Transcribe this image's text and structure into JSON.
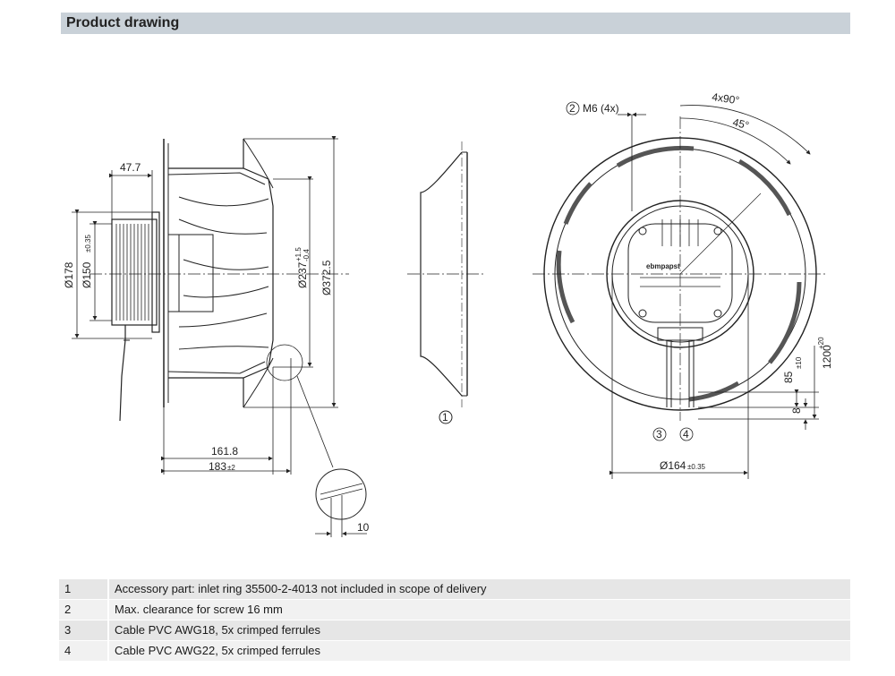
{
  "header": {
    "title": "Product drawing"
  },
  "drawing": {
    "dims": {
      "d477": "47.7",
      "d178": "Ø178",
      "d150": "Ø150",
      "d150_tol": "±0.35",
      "d237": "Ø237",
      "d237_tol_upper": "+1.5",
      "d237_tol_lower": "-0.4",
      "d3725": "Ø372.5",
      "d1618": "161.8",
      "d183": "183",
      "d183_tol": "±2",
      "d10": "10",
      "m6": "M6 (4x)",
      "ang4x90": "4x90°",
      "ang45": "45°",
      "d164": "Ø164",
      "d164_tol": "±0.35",
      "d85": "85",
      "d85_tol": "±10",
      "d1200": "1200",
      "d1200_tol": "+20",
      "d8": "8",
      "callout1": "1",
      "callout2": "2",
      "callout3": "3",
      "callout4": "4",
      "logo": "ebmpapst"
    }
  },
  "notes": [
    {
      "num": "1",
      "text": "Accessory part: inlet ring 35500-2-4013 not included in scope of delivery"
    },
    {
      "num": "2",
      "text": "Max. clearance for screw 16 mm"
    },
    {
      "num": "3",
      "text": "Cable PVC AWG18, 5x crimped ferrules"
    },
    {
      "num": "4",
      "text": "Cable PVC AWG22, 5x crimped ferrules"
    }
  ],
  "colors": {
    "header_bar": "#c9d1d8",
    "note_bg": "#e6e6e6",
    "line": "#222222"
  }
}
